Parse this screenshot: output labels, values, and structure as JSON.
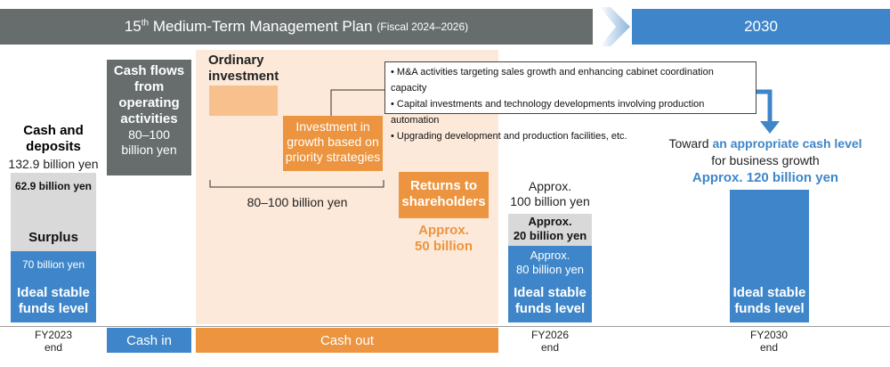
{
  "header": {
    "plan_title_pre": "15",
    "plan_title_sup": "th",
    "plan_title_main": " Medium-Term Management Plan",
    "plan_title_sub": "(Fiscal 2024–2026)",
    "year_2030": "2030"
  },
  "fy2023": {
    "title_line1": "Cash and",
    "title_line2": "deposits",
    "total": "132.9 billion yen",
    "surplus_value": "62.9 billion yen",
    "surplus_label": "Surplus",
    "stable_value": "70 billion yen",
    "stable_label_line1": "Ideal stable",
    "stable_label_line2": "funds level",
    "axis_line1": "FY2023",
    "axis_line2": "end"
  },
  "cash_in": {
    "box_line1": "Cash flows",
    "box_line2": "from",
    "box_line3": "operating",
    "box_line4": "activities",
    "box_line5": "80–100",
    "box_line6": "billion yen",
    "axis_label": "Cash in"
  },
  "cash_out": {
    "ordinary_line1": "Ordinary",
    "ordinary_line2": "investment",
    "growth_line1": "Investment in",
    "growth_line2": "growth based on",
    "growth_line3": "priority strategies",
    "bracket_label": "80–100 billion yen",
    "bullets": [
      "M&A activities targeting sales growth and enhancing cabinet coordination capacity",
      "Capital investments and technology developments involving production automation",
      "Upgrading development and production facilities, etc."
    ],
    "returns_line1": "Returns to",
    "returns_line2": "shareholders",
    "returns_amount_line1": "Approx.",
    "returns_amount_line2": "50 billion",
    "axis_label": "Cash out"
  },
  "fy2026": {
    "total_line1": "Approx.",
    "total_line2": "100 billion yen",
    "gray_line1": "Approx.",
    "gray_line2": "20 billion yen",
    "blue_line1": "Approx.",
    "blue_line2": "80 billion yen",
    "stable_label_line1": "Ideal stable",
    "stable_label_line2": "funds level",
    "axis_line1": "FY2026",
    "axis_line2": "end"
  },
  "fy2030": {
    "toward": "Toward",
    "highlight": "an appropriate cash level",
    "line2": "for business growth",
    "amount": "Approx. 120 billion yen",
    "stable_label_line1": "Ideal stable",
    "stable_label_line2": "funds level",
    "axis_line1": "FY2030",
    "axis_line2": "end"
  },
  "colors": {
    "blue": "#3e86c9",
    "gray": "#676d6d",
    "light_gray": "#d9d9d9",
    "orange": "#ec943f",
    "light_orange": "#f8c08c",
    "peach": "#fce9d9"
  }
}
